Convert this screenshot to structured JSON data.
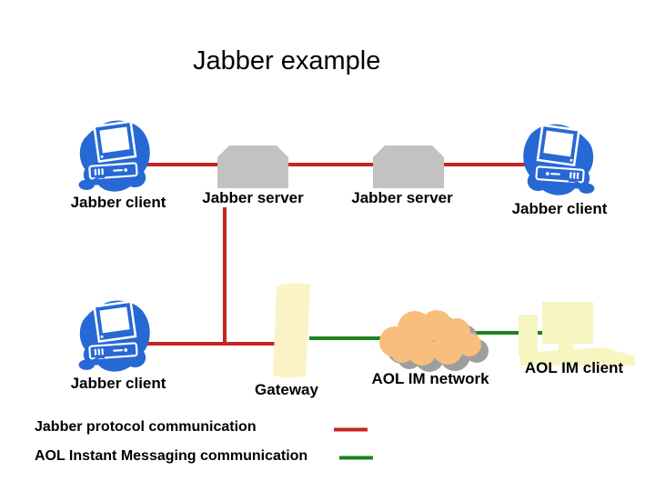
{
  "title": "Jabber example",
  "nodes": {
    "jabber_client_top_left": "Jabber client",
    "jabber_server_left": "Jabber server",
    "jabber_server_right": "Jabber server",
    "jabber_client_top_right": "Jabber client",
    "jabber_client_bottom": "Jabber client",
    "gateway": "Gateway",
    "aol_im_network": "AOL IM network",
    "aol_im_client": "AOL IM client"
  },
  "legend": {
    "items": [
      {
        "label": "Jabber protocol communication",
        "color": "#c5261f"
      },
      {
        "label": "AOL Instant Messaging communication",
        "color": "#1e821e"
      }
    ]
  },
  "colors": {
    "background": "#ffffff",
    "text": "#000000",
    "jabber_red": "#c5261f",
    "aol_green": "#1e821e",
    "server_gray": "#c2c2c2",
    "gateway_yellow": "#fbf3c6",
    "cloud_orange": "#f9bd7d",
    "cloud_shadow": "#9e9e9e",
    "aol_client_yellow": "#f8f6c0",
    "computer_blue": "#2668d4"
  }
}
